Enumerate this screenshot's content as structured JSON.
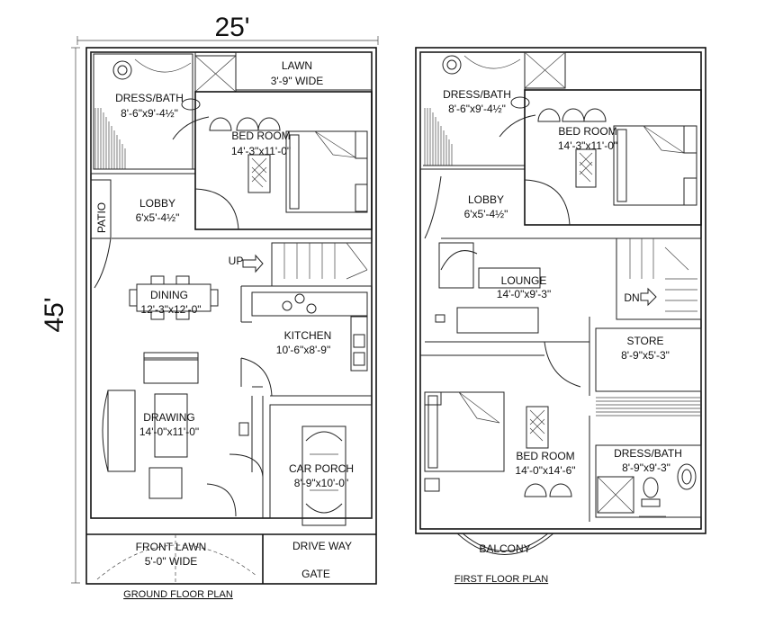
{
  "dims": {
    "width": "25'",
    "height": "45'"
  },
  "ground_floor": {
    "caption": "GROUND FLOOR PLAN",
    "rooms": {
      "lawn": {
        "name": "LAWN",
        "size": "3'-9\" WIDE"
      },
      "dress_bath": {
        "name": "DRESS/BATH",
        "size": "8'-6\"x9'-4½\""
      },
      "bed_room": {
        "name": "BED ROOM",
        "size": "14'-3\"x11'-0\""
      },
      "lobby": {
        "name": "LOBBY",
        "size": "6'x5'-4½\""
      },
      "patio": {
        "name": "PATIO"
      },
      "dining": {
        "name": "DINING",
        "size": "12'-3\"x12'-0\""
      },
      "kitchen": {
        "name": "KITCHEN",
        "size": "10'-6\"x8'-9\""
      },
      "drawing": {
        "name": "DRAWING",
        "size": "14'-0\"x11'-0\""
      },
      "car_porch": {
        "name": "CAR PORCH",
        "size": "8'-9\"x10'-0\""
      },
      "front_lawn": {
        "name": "FRONT LAWN",
        "size": "5'-0\" WIDE"
      },
      "drive_way": {
        "name": "DRIVE WAY"
      },
      "gate": {
        "name": "GATE"
      }
    },
    "stair_label": "UP"
  },
  "first_floor": {
    "caption": "FIRST FLOOR PLAN",
    "rooms": {
      "dress_bath": {
        "name": "DRESS/BATH",
        "size": "8'-6\"x9'-4½\""
      },
      "bed_room": {
        "name": "BED ROOM",
        "size": "14'-3\"x11'-0\""
      },
      "lobby": {
        "name": "LOBBY",
        "size": "6'x5'-4½\""
      },
      "lounge": {
        "name": "LOUNGE",
        "size": "14'-0\"x9'-3\""
      },
      "store": {
        "name": "STORE",
        "size": "8'-9\"x5'-3\""
      },
      "bed_room_2": {
        "name": "BED ROOM",
        "size": "14'-0\"x14'-6\""
      },
      "dress_bath_2": {
        "name": "DRESS/BATH",
        "size": "8'-9\"x9'-3\""
      },
      "balcony": {
        "name": "BALCONY"
      }
    },
    "stair_label": "DN"
  }
}
